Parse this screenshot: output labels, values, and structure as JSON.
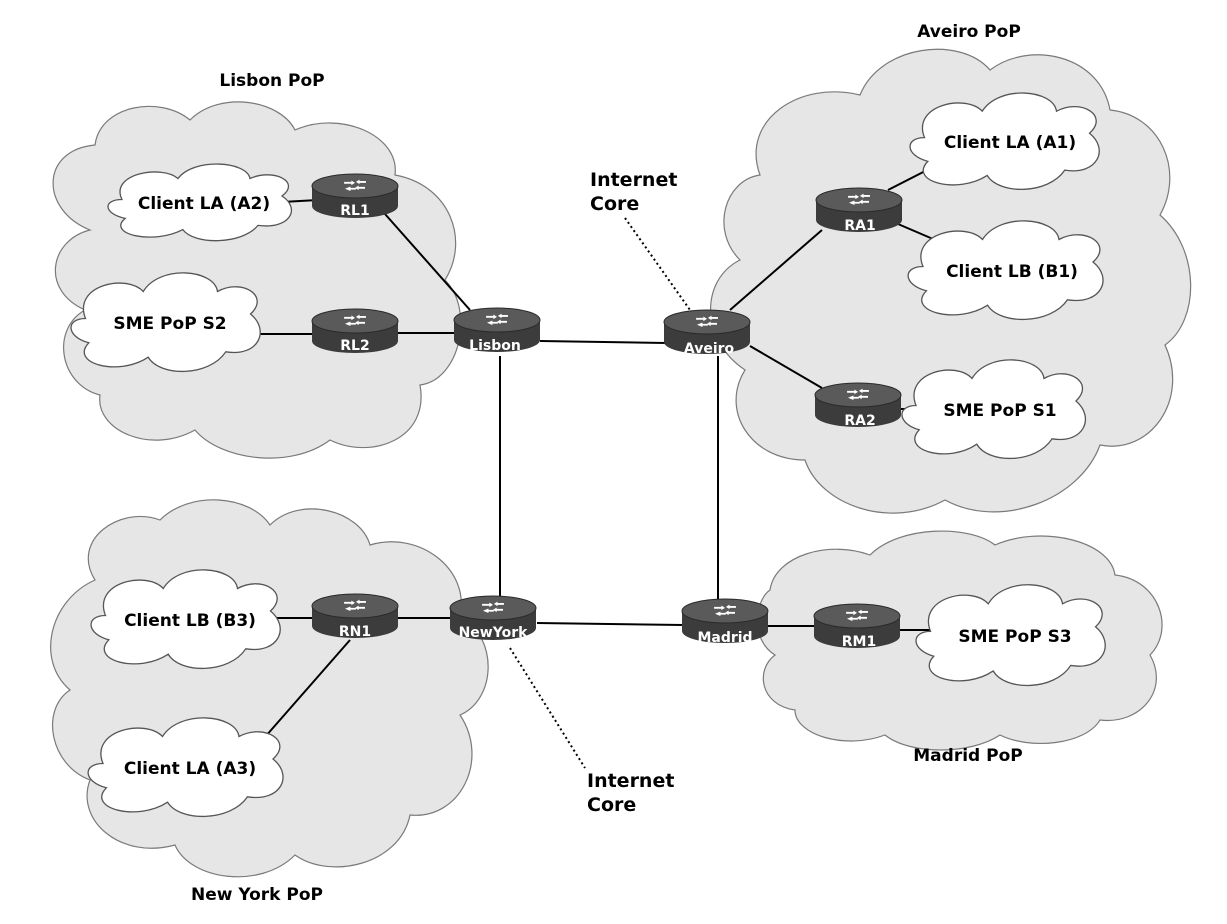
{
  "pops": {
    "lisbon": "Lisbon PoP",
    "aveiro": "Aveiro PoP",
    "newyork": "New York PoP",
    "madrid": "Madrid PoP"
  },
  "clients": {
    "a2": "Client LA (A2)",
    "s2": "SME PoP S2",
    "a1": "Client LA (A1)",
    "b1": "Client LB (B1)",
    "s1": "SME PoP S1",
    "b3": "Client LB (B3)",
    "a3": "Client LA (A3)",
    "s3": "SME PoP S3"
  },
  "routers": {
    "rl1": "RL1",
    "rl2": "RL2",
    "lisbon": "Lisbon",
    "aveiro": "Aveiro",
    "ra1": "RA1",
    "ra2": "RA2",
    "rn1": "RN1",
    "newyork": "NewYork",
    "madrid": "Madrid",
    "rm1": "RM1"
  },
  "core_labels": {
    "top": [
      "Internet",
      "Core"
    ],
    "bottom": [
      "Internet",
      "Core"
    ]
  },
  "colors": {
    "pop_cloud_fill": "#e6e6e6",
    "router_body": "#3c3c3c",
    "router_top": "#5a5a5a"
  }
}
